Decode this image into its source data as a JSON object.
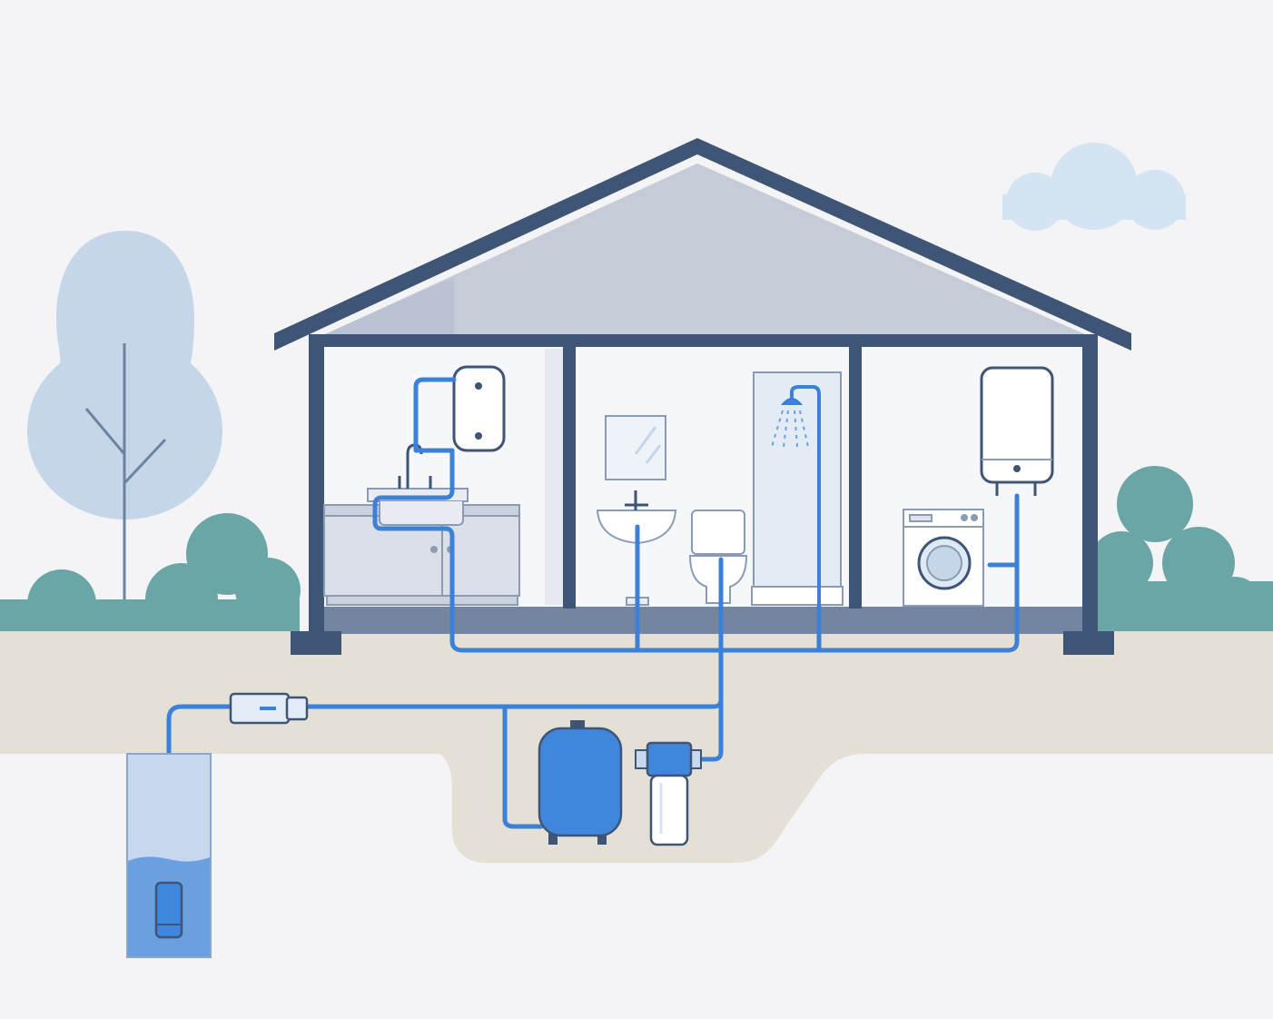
{
  "colors": {
    "background": "#f4f4f7",
    "sky_cloud": "#d5e4f2",
    "tree_canopy": "#c4d6e8",
    "tree_trunk": "#6d84a0",
    "bush": "#6aa6a6",
    "ground": "#e5e0d5",
    "house_frame": "#3f5575",
    "attic": "#c6ccd7",
    "room_wall": "#f6f7fa",
    "floor_slab": "#74869f",
    "pipe": "#3c80d8",
    "pipe_dark": "#2f6cc1",
    "fixture_fill": "#ffffff",
    "fixture_stroke": "#8a9bb5",
    "tank_blue": "#3f86dc",
    "water": "#6a9fe0",
    "well_casing": "#c7d8ee"
  },
  "components": [
    {
      "id": "kitchen-sink-cabinet",
      "icon": "cabinet-icon"
    },
    {
      "id": "kitchen-water-heater",
      "icon": "boiler-icon"
    },
    {
      "id": "bathroom-mirror",
      "icon": "mirror-icon"
    },
    {
      "id": "bathroom-basin",
      "icon": "basin-icon"
    },
    {
      "id": "toilet",
      "icon": "toilet-icon"
    },
    {
      "id": "shower",
      "icon": "shower-icon"
    },
    {
      "id": "laundry-water-heater",
      "icon": "boiler-icon"
    },
    {
      "id": "washing-machine",
      "icon": "washer-icon"
    },
    {
      "id": "pressure-tank",
      "icon": "tank-icon"
    },
    {
      "id": "water-filter",
      "icon": "filter-icon"
    },
    {
      "id": "inline-check-valve",
      "icon": "valve-icon"
    },
    {
      "id": "submersible-pump",
      "icon": "pump-icon"
    },
    {
      "id": "borehole-well",
      "icon": "well-icon"
    }
  ]
}
